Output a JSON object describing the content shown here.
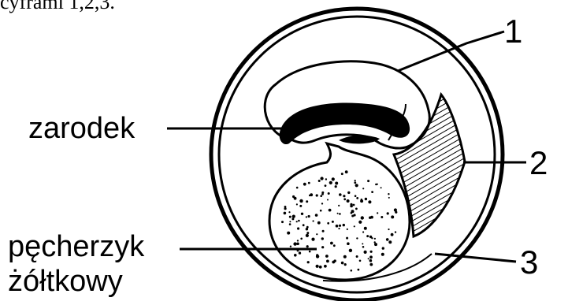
{
  "top_text": "cyframi 1,2,3.",
  "labels": {
    "embryo": "zarodek",
    "yolk_sac_line1": "pęcherzyk",
    "yolk_sac_line2": "żółtkowy",
    "num1": "1",
    "num2": "2",
    "num3": "3"
  },
  "colors": {
    "ink": "#000000",
    "background": "#ffffff"
  }
}
